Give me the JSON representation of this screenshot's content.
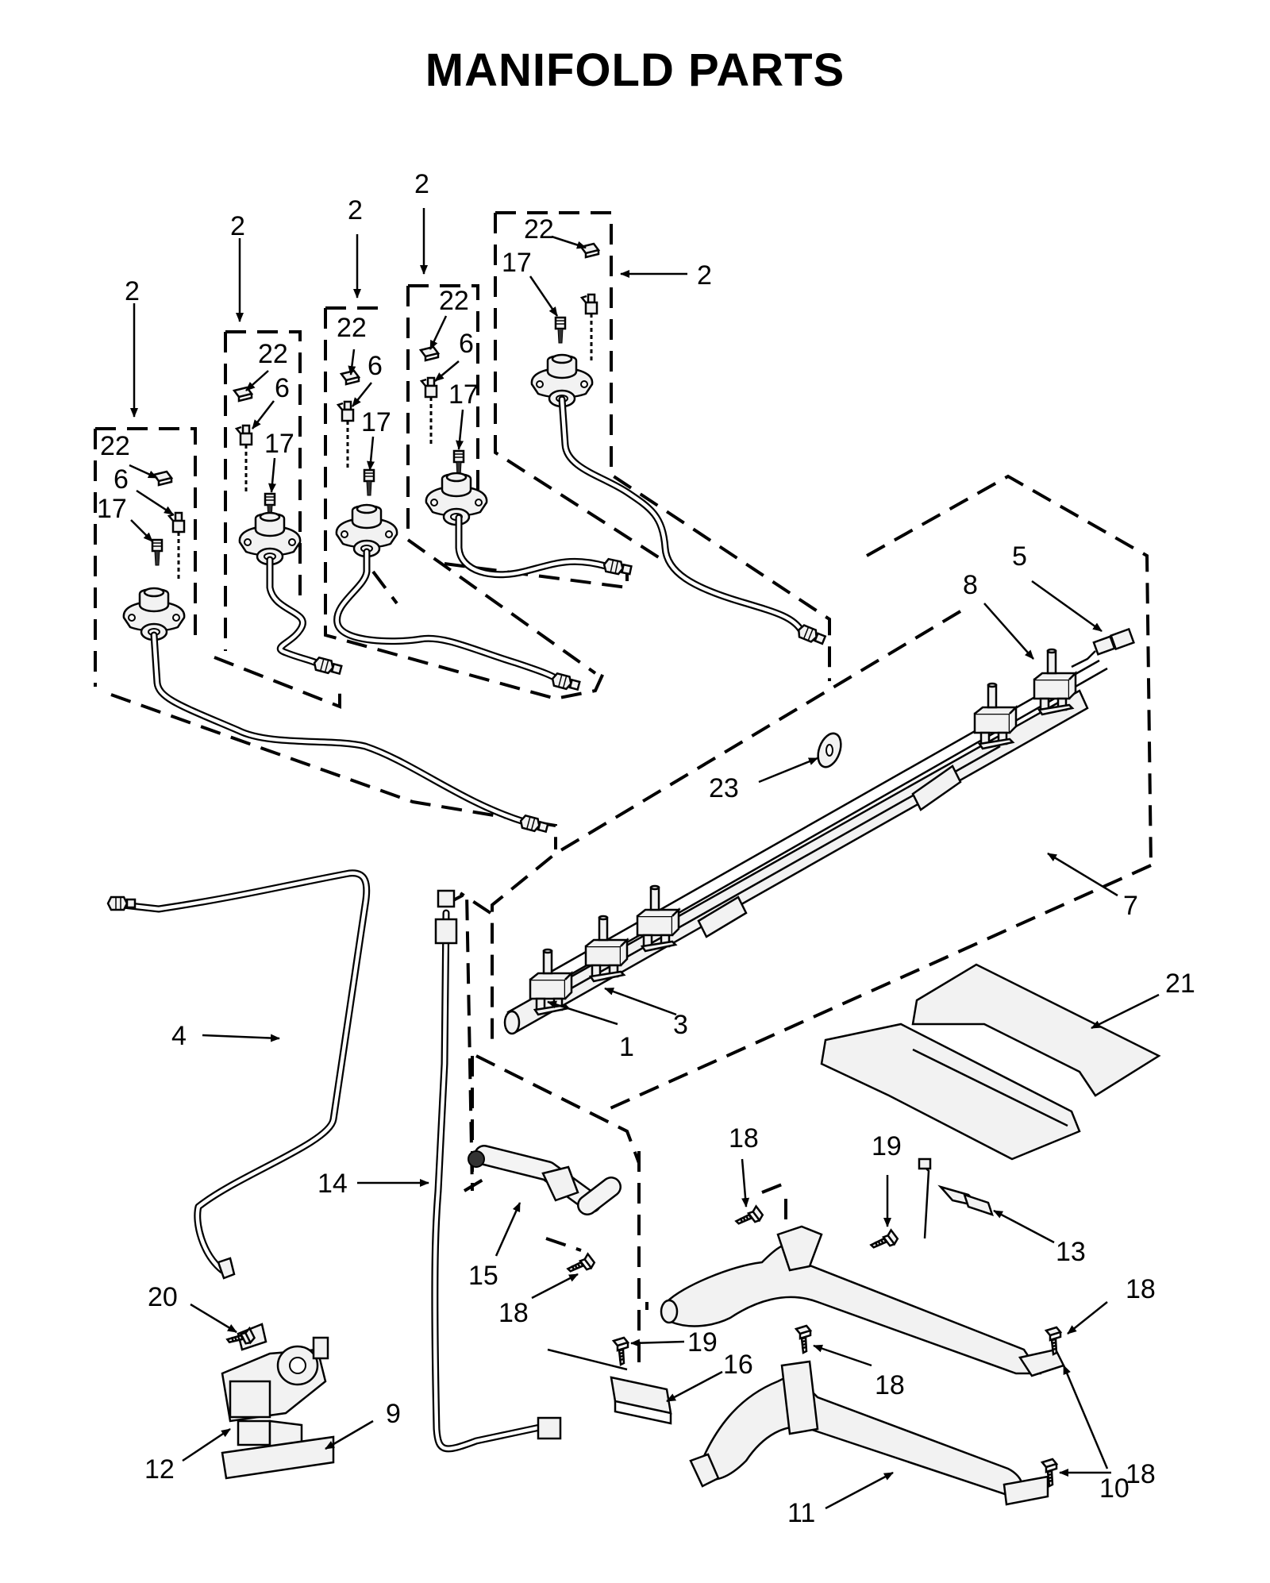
{
  "title": "MANIFOLD PARTS",
  "callouts": [
    "1",
    "2",
    "3",
    "4",
    "5",
    "6",
    "7",
    "8",
    "9",
    "10",
    "11",
    "12",
    "13",
    "14",
    "15",
    "16",
    "17",
    "18",
    "19",
    "20",
    "21",
    "22",
    "23"
  ],
  "colors": {
    "line": "#000000",
    "part_fill": "#f2f2f2",
    "background": "#ffffff"
  }
}
